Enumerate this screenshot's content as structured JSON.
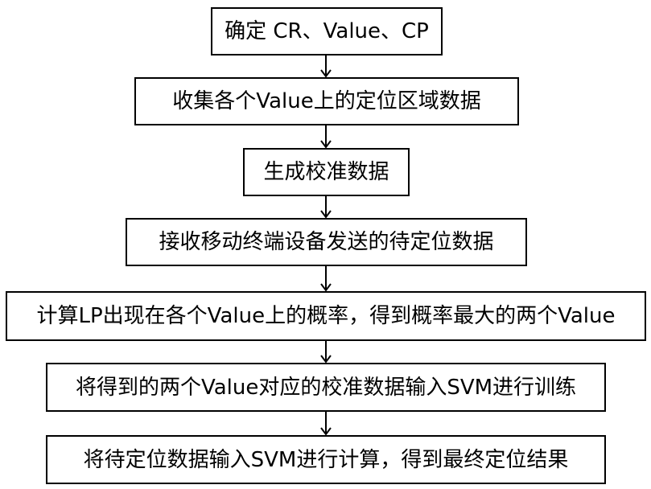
{
  "flowchart": {
    "steps": [
      "确定 CR、Value、CP",
      "收集各个Value上的定位区域数据",
      "生成校准数据",
      "接收移动终端设备发送的待定位数据",
      "计算LP出现在各个Value上的概率，得到概率最大的两个Value",
      "将得到的两个Value对应的校准数据输入SVM进行训练",
      "将待定位数据输入SVM进行计算，得到最终定位结果"
    ]
  },
  "colors": {
    "stroke": "#000000",
    "background": "#ffffff"
  }
}
